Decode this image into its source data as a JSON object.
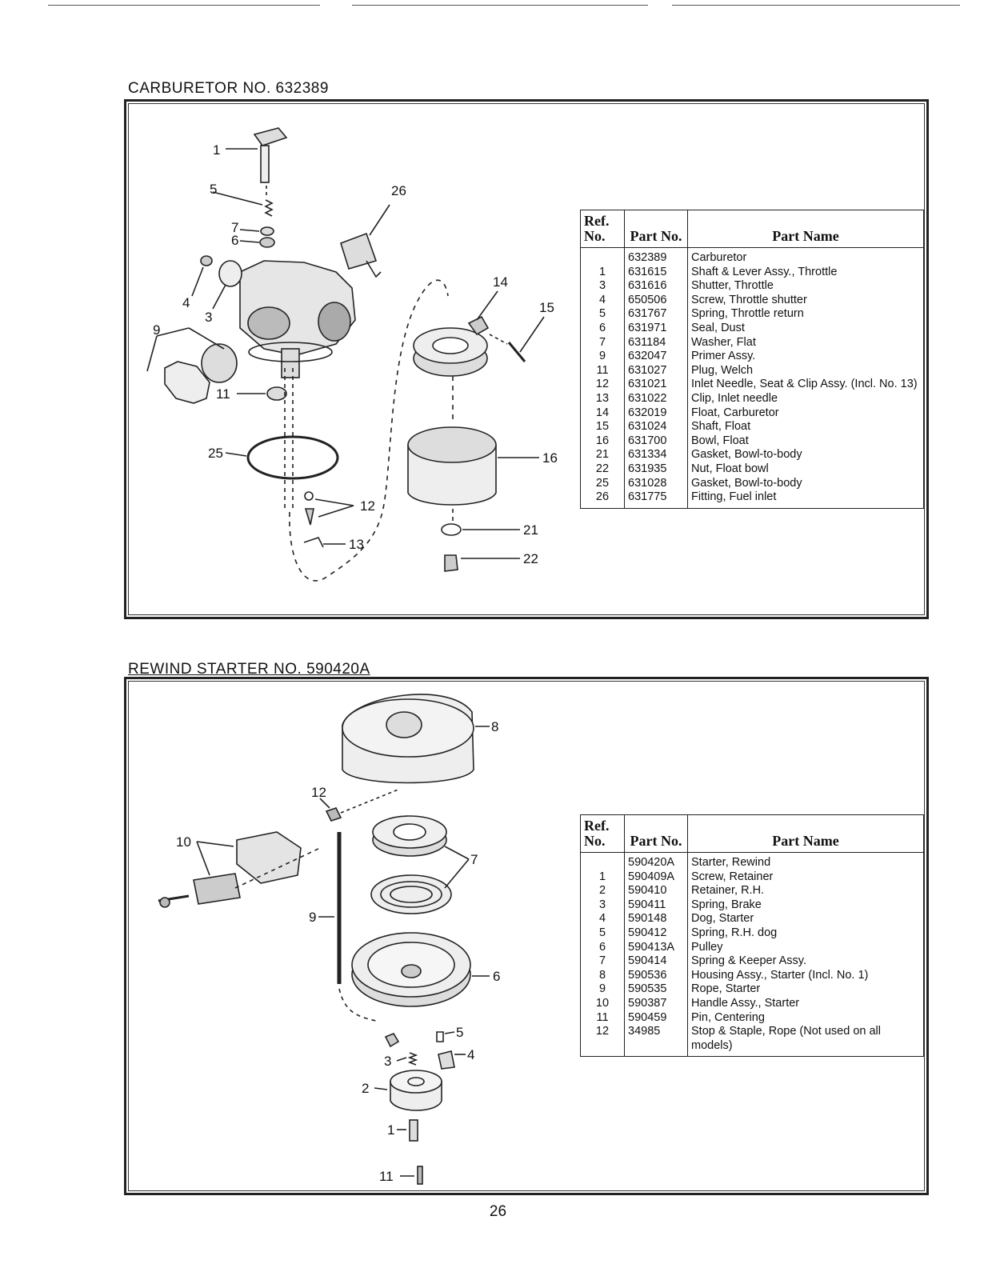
{
  "carburetor": {
    "title": "CARBURETOR NO. 632389",
    "table": {
      "headers": {
        "ref_no": "Ref. No.",
        "part_no": "Part No.",
        "part_name": "Part Name"
      },
      "rows": [
        {
          "ref": "",
          "part": "632389",
          "name": "Carburetor"
        },
        {
          "ref": "1",
          "part": "631615",
          "name": "Shaft & Lever Assy., Throttle"
        },
        {
          "ref": "3",
          "part": "631616",
          "name": "Shutter, Throttle"
        },
        {
          "ref": "4",
          "part": "650506",
          "name": "Screw, Throttle shutter"
        },
        {
          "ref": "5",
          "part": "631767",
          "name": "Spring, Throttle return"
        },
        {
          "ref": "6",
          "part": "631971",
          "name": "Seal, Dust"
        },
        {
          "ref": "7",
          "part": "631184",
          "name": "Washer, Flat"
        },
        {
          "ref": "9",
          "part": "632047",
          "name": "Primer Assy."
        },
        {
          "ref": "11",
          "part": "631027",
          "name": "Plug, Welch"
        },
        {
          "ref": "12",
          "part": "631021",
          "name": "Inlet Needle, Seat & Clip Assy. (Incl. No. 13)"
        },
        {
          "ref": "13",
          "part": "631022",
          "name": "Clip, Inlet needle"
        },
        {
          "ref": "14",
          "part": "632019",
          "name": "Float, Carburetor"
        },
        {
          "ref": "15",
          "part": "631024",
          "name": "Shaft, Float"
        },
        {
          "ref": "16",
          "part": "631700",
          "name": "Bowl, Float"
        },
        {
          "ref": "21",
          "part": "631334",
          "name": "Gasket, Bowl-to-body"
        },
        {
          "ref": "22",
          "part": "631935",
          "name": "Nut, Float bowl"
        },
        {
          "ref": "25",
          "part": "631028",
          "name": "Gasket, Bowl-to-body"
        },
        {
          "ref": "26",
          "part": "631775",
          "name": "Fitting, Fuel inlet"
        }
      ]
    },
    "callouts": [
      "1",
      "5",
      "26",
      "7",
      "6",
      "4",
      "3",
      "9",
      "11",
      "25",
      "12",
      "13",
      "14",
      "15",
      "16",
      "21",
      "22"
    ]
  },
  "starter": {
    "title": "REWIND STARTER NO. 590420A",
    "table": {
      "headers": {
        "ref_no": "Ref. No.",
        "part_no": "Part No.",
        "part_name": "Part Name"
      },
      "rows": [
        {
          "ref": "",
          "part": "590420A",
          "name": "Starter, Rewind"
        },
        {
          "ref": "1",
          "part": "590409A",
          "name": "Screw, Retainer"
        },
        {
          "ref": "2",
          "part": "590410",
          "name": "Retainer, R.H."
        },
        {
          "ref": "3",
          "part": "590411",
          "name": "Spring, Brake"
        },
        {
          "ref": "4",
          "part": "590148",
          "name": "Dog, Starter"
        },
        {
          "ref": "5",
          "part": "590412",
          "name": "Spring, R.H. dog"
        },
        {
          "ref": "6",
          "part": "590413A",
          "name": "Pulley"
        },
        {
          "ref": "7",
          "part": "590414",
          "name": "Spring & Keeper Assy."
        },
        {
          "ref": "8",
          "part": "590536",
          "name": "Housing Assy., Starter (Incl. No. 1)"
        },
        {
          "ref": "9",
          "part": "590535",
          "name": "Rope, Starter"
        },
        {
          "ref": "10",
          "part": "590387",
          "name": "Handle Assy., Starter"
        },
        {
          "ref": "11",
          "part": "590459",
          "name": "Pin, Centering"
        },
        {
          "ref": "12",
          "part": "34985",
          "name": "Stop & Staple, Rope (Not used on all models)"
        }
      ]
    },
    "callouts": [
      "8",
      "12",
      "10",
      "7",
      "9",
      "6",
      "5",
      "3",
      "4",
      "2",
      "1",
      "11"
    ]
  },
  "page_number": "26"
}
